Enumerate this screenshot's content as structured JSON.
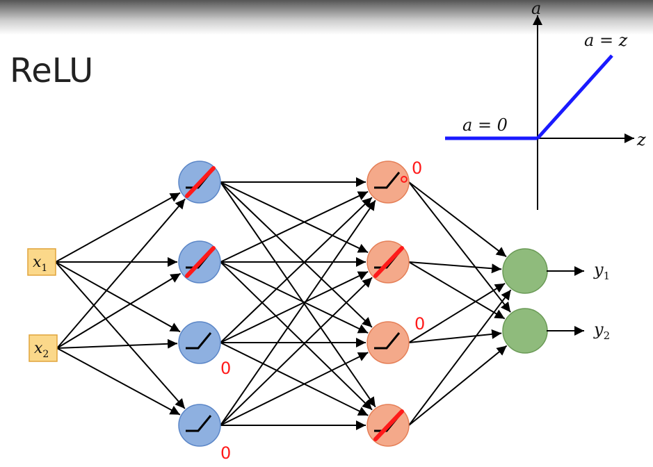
{
  "slide": {
    "title": "ReLU"
  },
  "relu_plot": {
    "axis_y_label": "a",
    "axis_x_label": "z",
    "positive_label": "a = z",
    "negative_label": "a = 0",
    "line_color": "#1a1aff"
  },
  "network": {
    "inputs": [
      {
        "label": "x",
        "sub": "1"
      },
      {
        "label": "x",
        "sub": "2"
      }
    ],
    "outputs": [
      {
        "label": "y",
        "sub": "1"
      },
      {
        "label": "y",
        "sub": "2"
      }
    ],
    "zero_marker": "0",
    "colors": {
      "input_fill": "#fbd88a",
      "layer1_fill": "#8eb0e0",
      "layer2_fill": "#f4a98a",
      "output_fill": "#8fbb7c",
      "strike": "#ff1a1a",
      "zero_text": "#ff1a1a"
    },
    "layer1_states": [
      "strike",
      "strike",
      "zero",
      "zero"
    ],
    "layer2_states": [
      "zero",
      "strike",
      "zero",
      "strike"
    ]
  }
}
